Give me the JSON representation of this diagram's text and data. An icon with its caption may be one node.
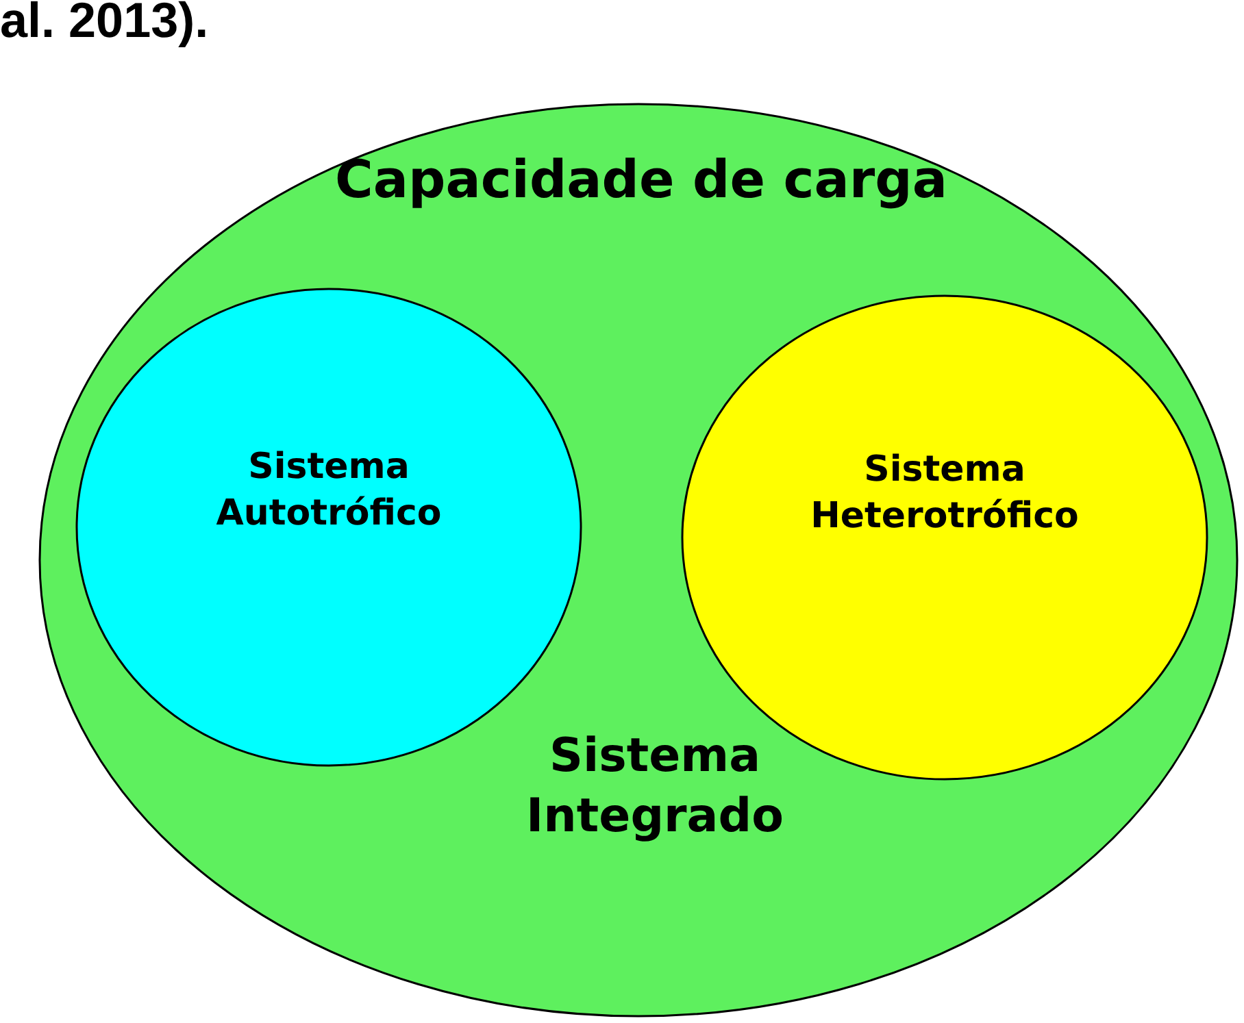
{
  "diagram": {
    "nodes": [
      {
        "text": [
          "Capacidade de carga",
          "Sistema Integrado"
        ]
      },
      {
        "text": [
          "Sistema Autotrófico"
        ],
        "in": 0
      },
      {
        "text": [
          "Sistema Heterotrófico"
        ],
        "in": 0
      }
    ],
    "labels": [
      "al. 2013)."
    ]
  }
}
